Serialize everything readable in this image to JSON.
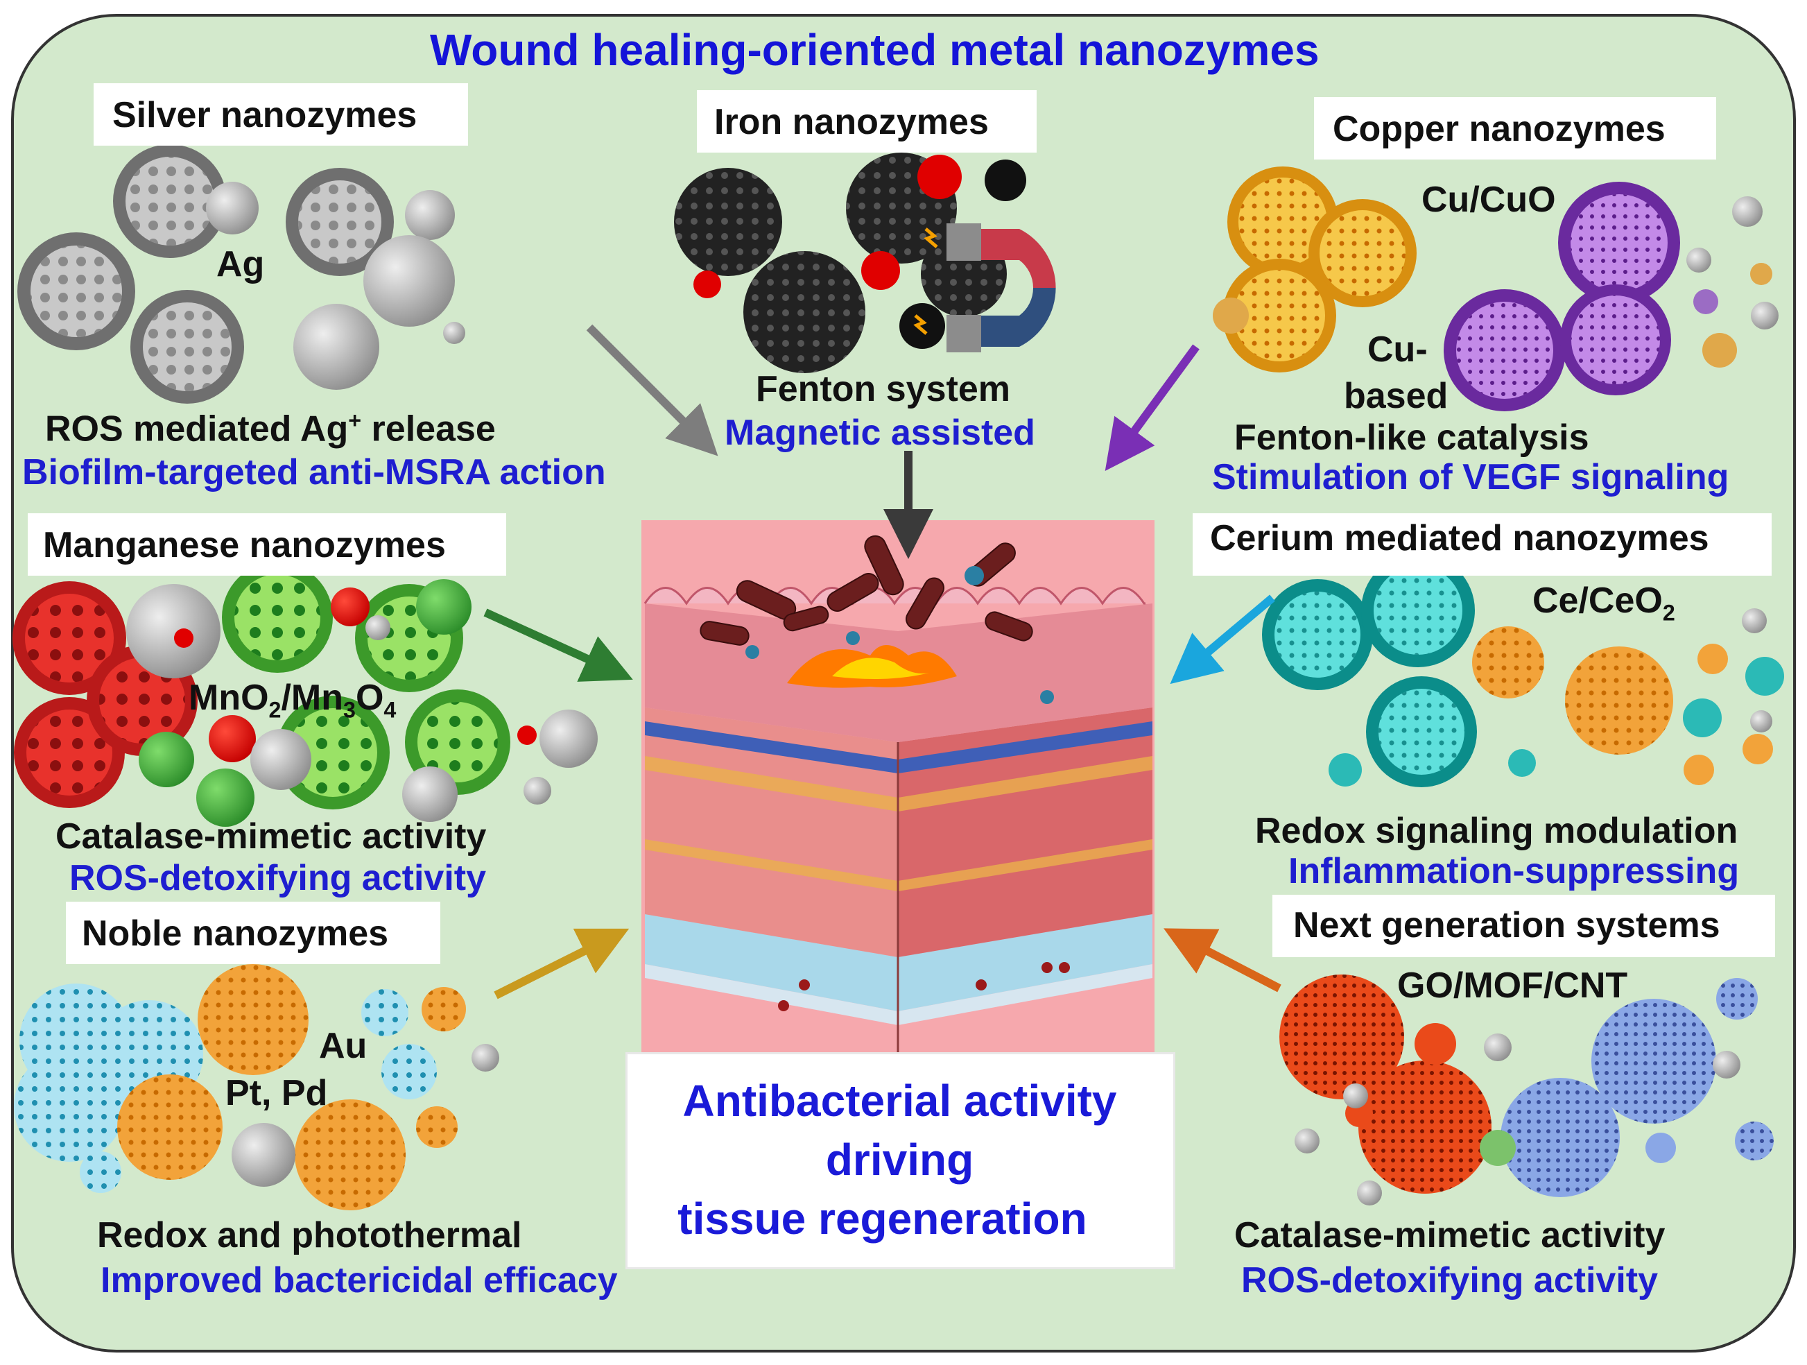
{
  "title": "Wound healing-oriented metal nanozymes",
  "center": {
    "line1": "Antibacterial  activity",
    "line2": "driving",
    "line3": "tissue  regeneration"
  },
  "silver": {
    "header": "Silver nanozymes",
    "label": "Ag",
    "line1_pre": "ROS mediated Ag",
    "line1_sup": "+",
    "line1_post": " release",
    "line2": "Biofilm-targeted anti-MSRA action"
  },
  "iron": {
    "header": "Iron nanozymes",
    "line1": "Fenton system",
    "line2": "Magnetic assisted"
  },
  "copper": {
    "header": "Copper nanozymes",
    "label1": "Cu/CuO",
    "label2a": "Cu-",
    "label2b": "based",
    "line1": "Fenton-like catalysis",
    "line2": "Stimulation of VEGF signaling"
  },
  "manganese": {
    "header": "Manganese nanozymes",
    "f1": "MnO",
    "f1sub": "2",
    "f2": "/Mn",
    "f2sub": "3",
    "f3": "O",
    "f3sub": "4",
    "line1": "Catalase-mimetic activity",
    "line2": "ROS-detoxifying activity"
  },
  "cerium": {
    "header": "Cerium mediated nanozymes",
    "label": "Ce/CeO",
    "label_sub": "2",
    "line1": "Redox signaling modulation",
    "line2": "Inflammation-suppressing"
  },
  "noble": {
    "header": "Noble nanozymes",
    "label1": "Au",
    "label2": "Pt, Pd",
    "line1": "Redox and photothermal",
    "line2": "Improved bactericidal efficacy"
  },
  "nextgen": {
    "header": "Next generation systems",
    "label": "GO/MOF/CNT",
    "line1": "Catalase-mimetic activity",
    "line2": "ROS-detoxifying activity"
  }
}
